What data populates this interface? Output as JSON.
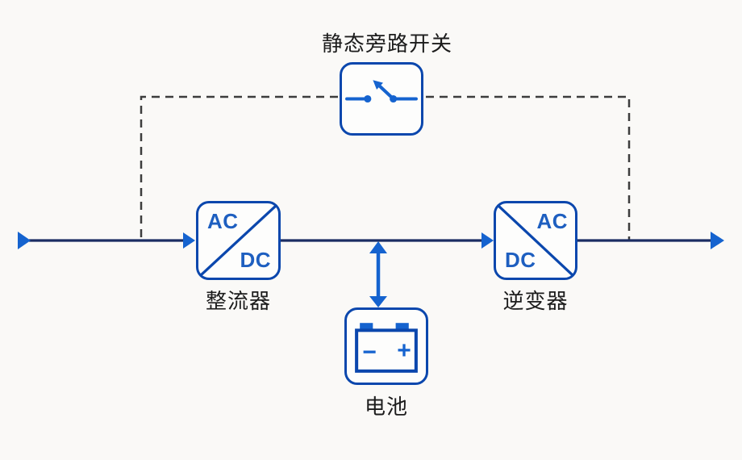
{
  "diagram": {
    "title": "静态旁路开关",
    "bypass_switch": {
      "label": "静态旁路开关"
    },
    "rectifier": {
      "label": "整流器",
      "top_left": "AC",
      "bottom_right": "DC"
    },
    "inverter": {
      "label": "逆变器",
      "top_right": "AC",
      "bottom_left": "DC"
    },
    "battery": {
      "label": "电池",
      "negative_sign": "−",
      "positive_sign": "+"
    },
    "colors": {
      "box_border": "#0b47ad",
      "accent_blue": "#1563cf",
      "main_line_navy": "#1b2d63",
      "dashed_line_gray": "#3d3d3d",
      "converter_text_blue": "#1e5fc0",
      "label_text": "#1c1c1c",
      "background": "#faf9f7"
    }
  }
}
